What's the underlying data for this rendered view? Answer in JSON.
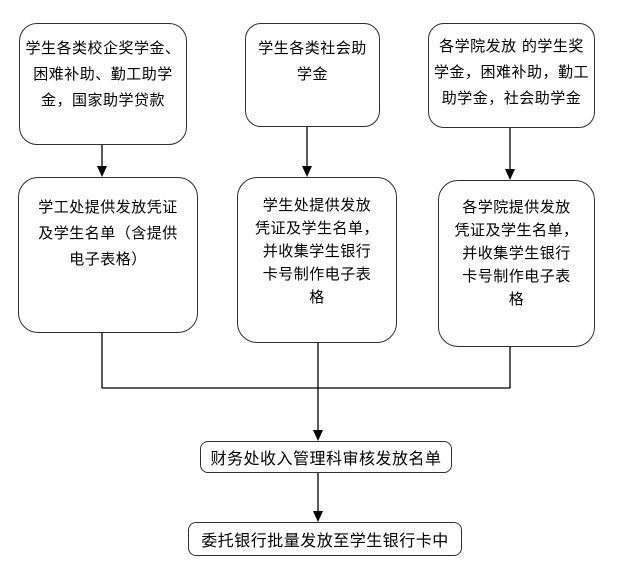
{
  "colors": {
    "background": "#ffffff",
    "box_border": "#2f2f2f",
    "connector": "#000000",
    "text": "#000000"
  },
  "nodes": {
    "src_school_awards": {
      "text": "学生各类校企奖学金、\n困难补助、勤工助学\n金，国家助学贷款"
    },
    "src_social_aid": {
      "text": "学生各类社会助\n学金"
    },
    "src_college_awards": {
      "text": "各学院发放 的学生奖\n学金，困难补助，勤工\n助学金，社会助学金"
    },
    "proc_student_affairs": {
      "text": "学工处提供发放凭证\n及学生名单（含提供\n电子表格）"
    },
    "proc_student_office": {
      "text": "学生处提供发放\n凭证及学生名单，\n并收集学生银行\n卡号制作电子表\n格"
    },
    "proc_college": {
      "text": "各学院提供发放\n凭证及学生名单，\n并收集学生银行\n卡号制作电子表\n格"
    },
    "review_finance": {
      "text": "财务处收入管理科审核发放名单"
    },
    "bank_disburse": {
      "text": "委托银行批量发放至学生银行卡中"
    }
  }
}
